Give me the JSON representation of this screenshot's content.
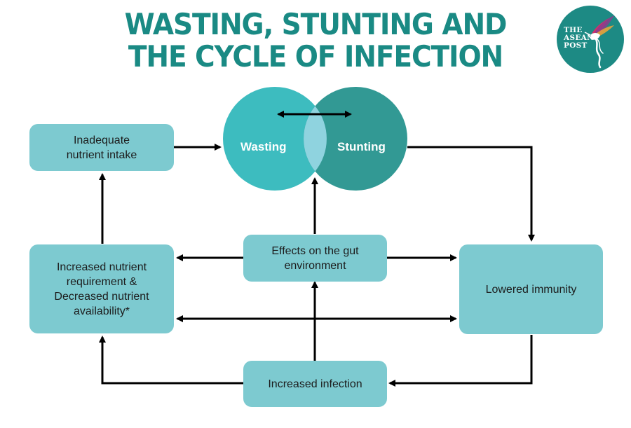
{
  "title": {
    "line1": "WASTING, STUNTING AND",
    "line2": "THE CYCLE OF INFECTION"
  },
  "logo": {
    "line1": "THE",
    "line2": "ASEAN",
    "line3": "POST",
    "icon": "hummingbird-icon"
  },
  "nodes": {
    "wasting": "Wasting",
    "stunting": "Stunting",
    "inadequate_intake": "Inadequate nutrient intake",
    "increased_requirement": "Increased nutrient requirement & Decreased nutrient availability*",
    "gut_effects": "Effects on the gut environment",
    "lowered_immunity": "Lowered immunity",
    "increased_infection": "Increased infection"
  },
  "colors": {
    "title": "#1a8a84",
    "box": "#7dcad0",
    "wasting_circle": "#3dbcbf",
    "stunting_circle": "#329994",
    "overlap": "#8fd3df",
    "arrow": "#000000",
    "logo_bg": "#1d8a84"
  }
}
